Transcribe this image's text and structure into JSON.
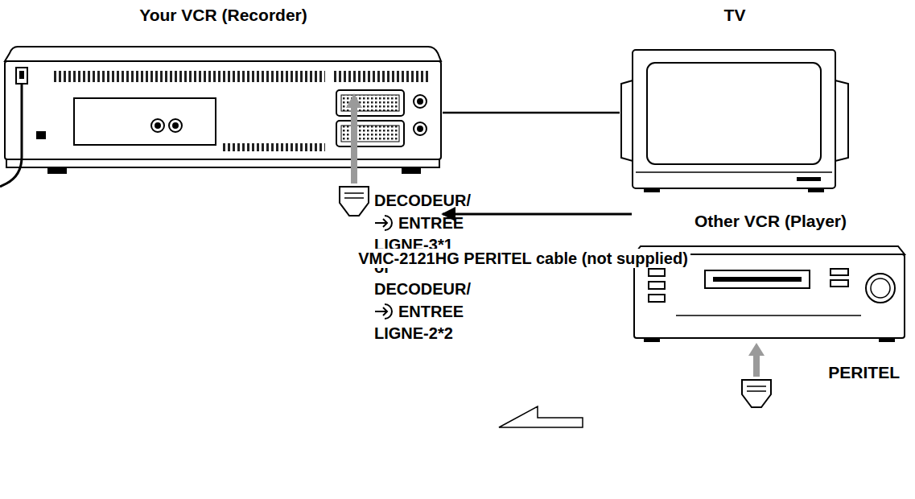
{
  "diagram": {
    "nodes": [
      {
        "text": [
          "Your VCR (Recorder)"
        ]
      },
      {
        "text": [
          "TV"
        ]
      },
      {
        "text": [
          "Other VCR (Player)",
          "PERITEL"
        ]
      }
    ],
    "edges": [
      {
        "from": 0,
        "to": 1,
        "arrow": "none"
      },
      {
        "from": 2,
        "to": 0,
        "arrow": "to",
        "label": "VMC-2121HG PERITEL cable (not supplied)"
      }
    ],
    "labels": [
      "DECODEUR/",
      "ENTREE",
      "LIGNE-3*1",
      "or",
      "DECODEUR/",
      "ENTREE",
      "LIGNE-2*2"
    ]
  }
}
